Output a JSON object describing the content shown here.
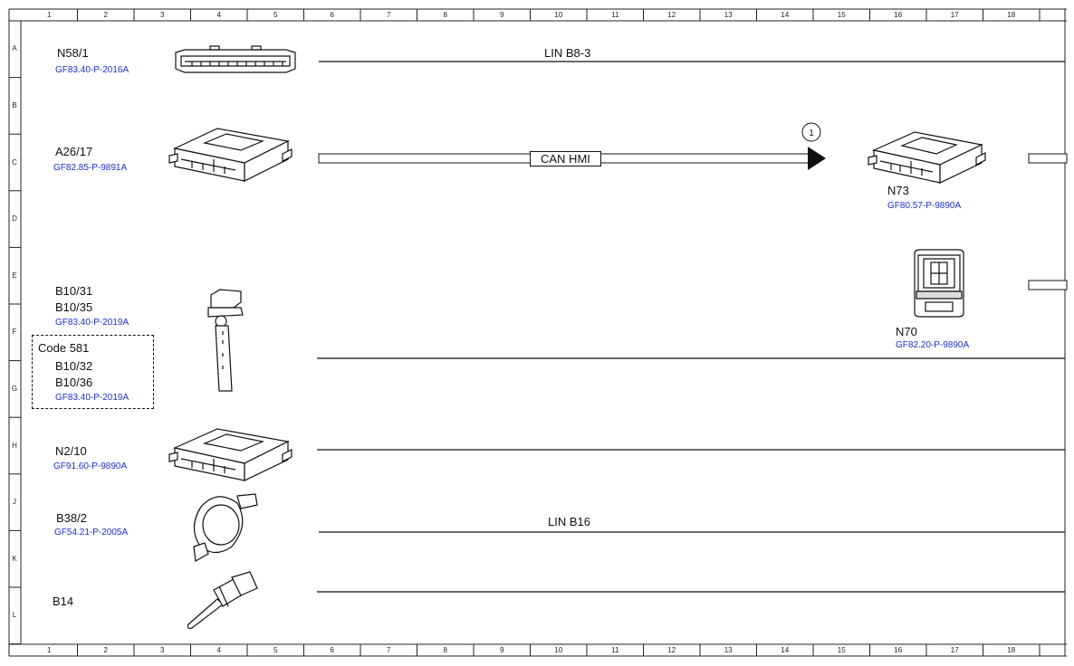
{
  "ruler": {
    "columns": [
      "1",
      "2",
      "3",
      "4",
      "5",
      "6",
      "7",
      "8",
      "9",
      "10",
      "11",
      "12",
      "13",
      "14",
      "15",
      "16",
      "17",
      "18"
    ],
    "rows": [
      "A",
      "B",
      "C",
      "D",
      "E",
      "F",
      "G",
      "H",
      "J",
      "K",
      "L"
    ]
  },
  "components": {
    "n58_1": {
      "name": "N58/1",
      "ref": "GF83.40-P-2016A"
    },
    "a26_17": {
      "name": "A26/17",
      "ref": "GF82.85-P-9891A"
    },
    "b10": {
      "names": [
        "B10/31",
        "B10/35"
      ],
      "ref": "GF83.40-P-2019A"
    },
    "code581": {
      "label": "Code 581",
      "names": [
        "B10/32",
        "B10/36"
      ],
      "ref": "GF83.40-P-2019A"
    },
    "n2_10": {
      "name": "N2/10",
      "ref": "GF91.60-P-9890A"
    },
    "b38_2": {
      "name": "B38/2",
      "ref": "GF54.21-P-2005A"
    },
    "b14": {
      "name": "B14"
    },
    "n73": {
      "name": "N73",
      "ref": "GF80.57-P-9890A"
    },
    "n70": {
      "name": "N70",
      "ref": "GF82.20-P-9890A"
    }
  },
  "buses": {
    "lin_b8_3": "LIN B8-3",
    "can_hmi": "CAN HMI",
    "lin_b16": "LIN B16",
    "callout": "1"
  }
}
